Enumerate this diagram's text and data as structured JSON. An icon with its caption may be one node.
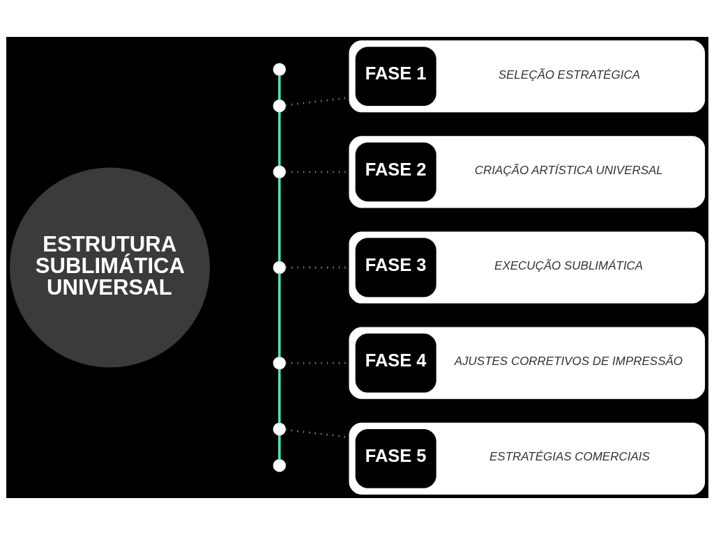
{
  "diagram": {
    "nodes": [
      {
        "text": [
          "ESTRUTURA SUBLIMÁTICA UNIVERSAL"
        ]
      },
      {
        "text": [],
        "shape": "circle"
      },
      {
        "text": [],
        "shape": "circle"
      },
      {
        "text": [],
        "shape": "circle"
      },
      {
        "text": [],
        "shape": "circle"
      },
      {
        "text": [],
        "shape": "circle"
      },
      {
        "text": [],
        "shape": "circle"
      },
      {
        "text": [],
        "shape": "circle"
      },
      {
        "text": [
          "FASE 1",
          "SELEÇÃO ESTRATÉGICA"
        ]
      },
      {
        "text": [
          "FASE 2",
          "CRIAÇÃO ARTÍSTICA UNIVERSAL"
        ]
      },
      {
        "text": [
          "FASE 3",
          "EXECUÇÃO SUBLIMÁTICA"
        ]
      },
      {
        "text": [
          "FASE 4",
          "AJUSTES CORRETIVOS DE IMPRESSÃO"
        ]
      },
      {
        "text": [
          "FASE 5",
          "ESTRATÉGIAS COMERCIAIS"
        ]
      }
    ],
    "edges": [
      {
        "from": 1,
        "to": 2,
        "arrow": "none",
        "color": "#4be8b0"
      },
      {
        "from": 2,
        "to": 3,
        "arrow": "none",
        "color": "#4be8b0"
      },
      {
        "from": 3,
        "to": 4,
        "arrow": "none",
        "color": "#4be8b0"
      },
      {
        "from": 4,
        "to": 5,
        "arrow": "none",
        "color": "#4be8b0"
      },
      {
        "from": 5,
        "to": 6,
        "arrow": "none",
        "color": "#4be8b0"
      },
      {
        "from": 6,
        "to": 7,
        "arrow": "none",
        "color": "#4be8b0"
      },
      {
        "from": 2,
        "to": 8,
        "arrow": "none",
        "style": "dashed",
        "color": "#2fae80"
      },
      {
        "from": 3,
        "to": 9,
        "arrow": "none",
        "style": "dashed",
        "color": "#2fae80"
      },
      {
        "from": 4,
        "to": 10,
        "arrow": "none",
        "style": "dashed",
        "color": "#2fae80"
      },
      {
        "from": 5,
        "to": 11,
        "arrow": "none",
        "style": "dashed",
        "color": "#2fae80"
      },
      {
        "from": 6,
        "to": 12,
        "arrow": "none",
        "style": "dashed",
        "color": "#2fae80"
      }
    ]
  }
}
